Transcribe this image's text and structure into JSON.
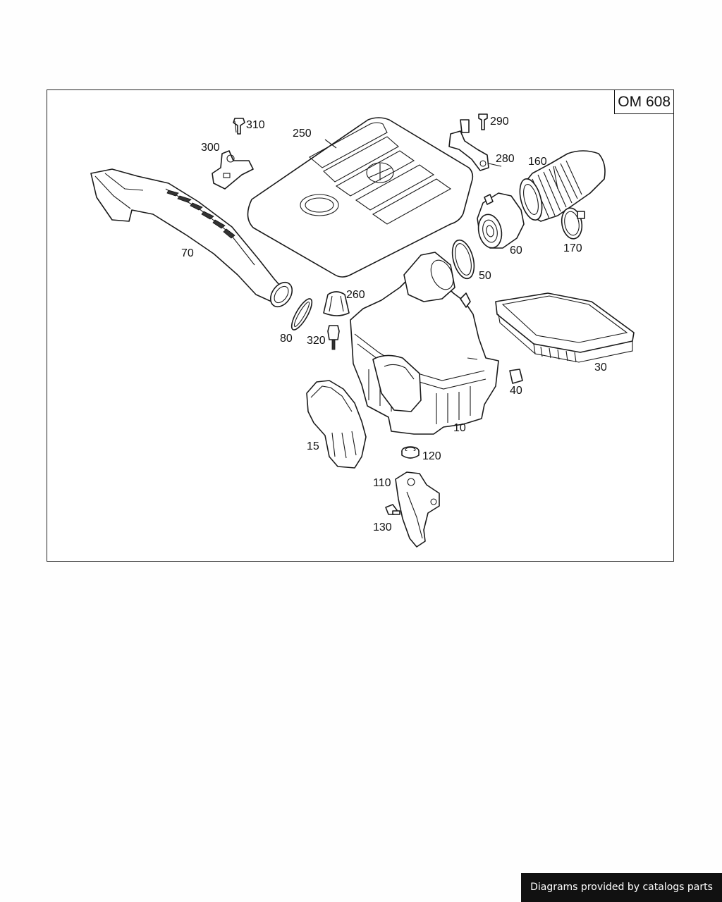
{
  "engine_code": "OM 608",
  "credit": "Diagrams provided by catalogs parts",
  "callouts": [
    {
      "id": "10",
      "label": "10"
    },
    {
      "id": "15",
      "label": "15"
    },
    {
      "id": "30",
      "label": "30"
    },
    {
      "id": "40",
      "label": "40"
    },
    {
      "id": "50",
      "label": "50"
    },
    {
      "id": "60",
      "label": "60"
    },
    {
      "id": "70",
      "label": "70"
    },
    {
      "id": "80",
      "label": "80"
    },
    {
      "id": "110",
      "label": "110"
    },
    {
      "id": "120",
      "label": "120"
    },
    {
      "id": "130",
      "label": "130"
    },
    {
      "id": "160",
      "label": "160"
    },
    {
      "id": "170",
      "label": "170"
    },
    {
      "id": "250",
      "label": "250"
    },
    {
      "id": "260",
      "label": "260"
    },
    {
      "id": "280",
      "label": "280"
    },
    {
      "id": "290",
      "label": "290"
    },
    {
      "id": "300",
      "label": "300"
    },
    {
      "id": "310",
      "label": "310"
    },
    {
      "id": "320",
      "label": "320"
    }
  ]
}
